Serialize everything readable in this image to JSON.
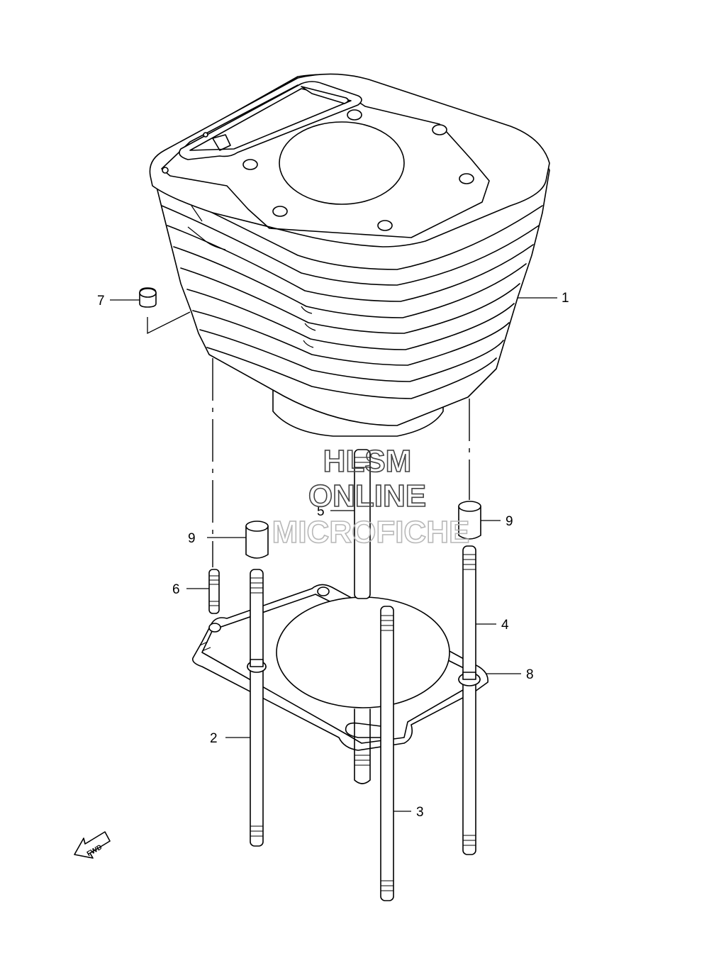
{
  "watermark": {
    "line1": "HLSM",
    "line2": "ONLINE",
    "line3": "MICROFICHE"
  },
  "fwd_label": "FWD",
  "callouts": [
    {
      "id": "1",
      "label": "1"
    },
    {
      "id": "2",
      "label": "2"
    },
    {
      "id": "3",
      "label": "3"
    },
    {
      "id": "4",
      "label": "4"
    },
    {
      "id": "5",
      "label": "5"
    },
    {
      "id": "6",
      "label": "6"
    },
    {
      "id": "7",
      "label": "7"
    },
    {
      "id": "8",
      "label": "8"
    },
    {
      "id": "9a",
      "label": "9"
    },
    {
      "id": "9b",
      "label": "9"
    }
  ]
}
